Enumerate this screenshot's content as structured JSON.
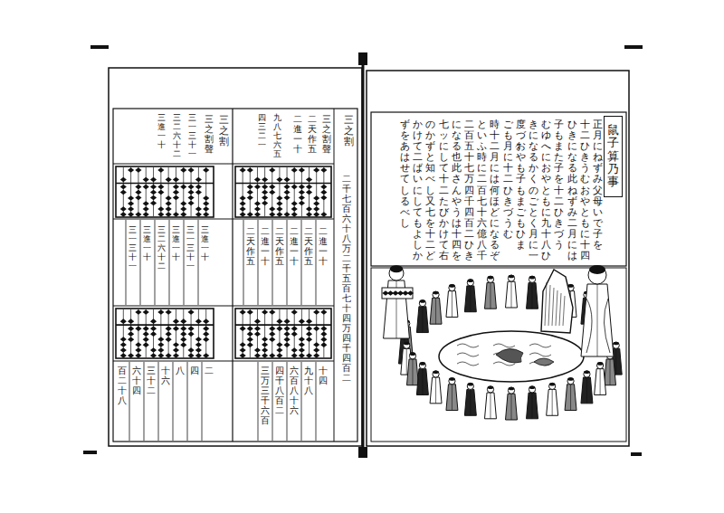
{
  "diagram": {
    "nodes": [
      {
        "text": [
          "鼠子算乃事"
        ]
      }
    ],
    "labels": [
      "正月にねずみ父母いでゝ子を",
      "十二ひきうむおやともに十四",
      "ひきになる此ねずみ二月には",
      "子もまた子を十二ひきづゝう",
      "むゆへにおやともに九十八ひ",
      "きになるかくのごとく月に一",
      "度づゝおやも子もまごもひま",
      "ごも月々に十二ひきづゝうむ",
      "時十二月には何ほどになるぞ",
      "といふ時に二百七十六億八千",
      "二百五十七万四千四百二ひき",
      "になる也此さんやうは十四を",
      "七ッにして十二たびかけて右",
      "のかずと知べし又七を十二ど",
      "かけて二ばいにしてもよしか",
      "ずをあはせてしるべし",
      "三之割",
      "三之割聲",
      "二天作五",
      "二進一十",
      "九八七六五",
      "四三二一",
      "二千七百六十八万二千五百七十四万四千四百二",
      "三之割",
      "三之割聲",
      "三一三十一",
      "三二六十二",
      "三進一十",
      "二進一十",
      "二天作五",
      "二進一十",
      "二天作五",
      "二進一十",
      "二天作五",
      "三進一十",
      "三一三十一",
      "三進一十",
      "三二六十二",
      "三進一十",
      "三一三十一",
      "十四",
      "九十八",
      "六百八十六",
      "四千八百二",
      "三万三千六百",
      "二",
      "四",
      "八",
      "十六",
      "三十二",
      "六十四",
      "百二十八"
    ]
  }
}
